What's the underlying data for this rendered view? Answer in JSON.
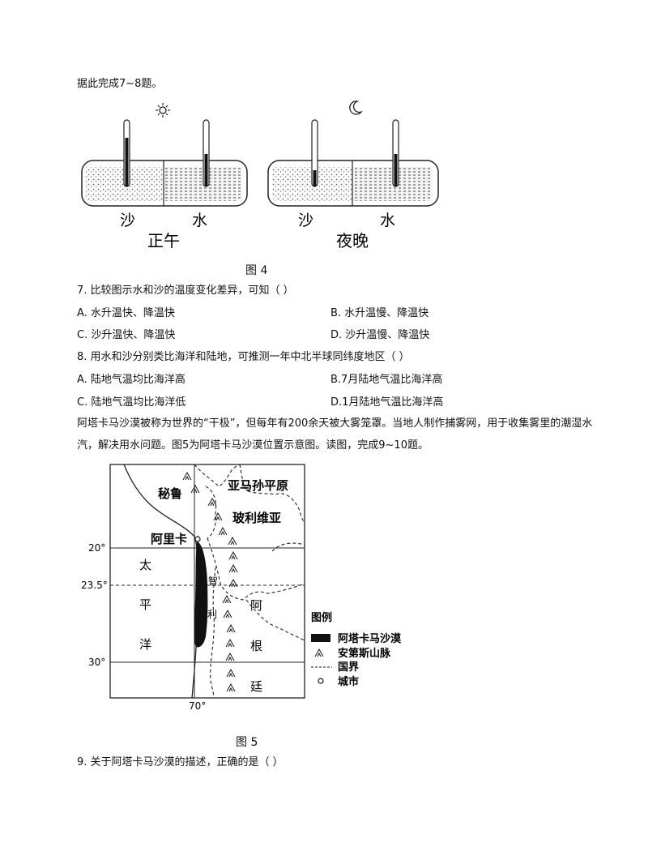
{
  "intro": "据此完成7~8题。",
  "figure4": {
    "caption": "图 4",
    "labels": {
      "sand": "沙",
      "water": "水",
      "noon": "正午",
      "night": "夜晚"
    },
    "icons": [
      "sun-icon",
      "moon-icon"
    ]
  },
  "questions": [
    {
      "stem": "7. 比较图示水和沙的温度变化差异，可知（    ）",
      "options": [
        "A. 水升温快、降温快",
        "B. 水升温慢、降温快",
        "C. 沙升温快、降温快",
        "D. 沙升温慢、降温快"
      ]
    },
    {
      "stem": "8. 用水和沙分别类比海洋和陆地，可推测一年中北半球同纬度地区（    ）",
      "options": [
        "A. 陆地气温均比海洋高",
        "B.7月陆地气温比海洋高",
        "C. 陆地气温均比海洋低",
        "D.1月陆地气温比海洋高"
      ]
    }
  ],
  "passage": "阿塔卡马沙漠被称为世界的“干极”，但每年有200余天被大雾笼罩。当地人制作捕雾网，用于收集雾里的潮湿水汽，解决用水问题。图5为阿塔卡马沙漠位置示意图。读图，完成9~10题。",
  "figure5": {
    "caption": "图 5",
    "places": {
      "peru": "秘鲁",
      "amazon": "亚马孙平原",
      "bolivia": "玻利维亚",
      "arica": "阿里卡",
      "tai": "太",
      "ping": "平",
      "yang": "洋",
      "zhi": "智",
      "li": "利",
      "a": "阿",
      "gen": "根",
      "ting": "廷"
    },
    "latitudes": [
      "20°",
      "23.5°",
      "30°"
    ],
    "longitude": "70°",
    "legend": {
      "title": "图例",
      "desert": "阿塔卡马沙漠",
      "andes": "安第斯山脉",
      "border": "国界",
      "city": "城市"
    }
  },
  "question9": "9. 关于阿塔卡马沙漠的描述，正确的是（    ）"
}
